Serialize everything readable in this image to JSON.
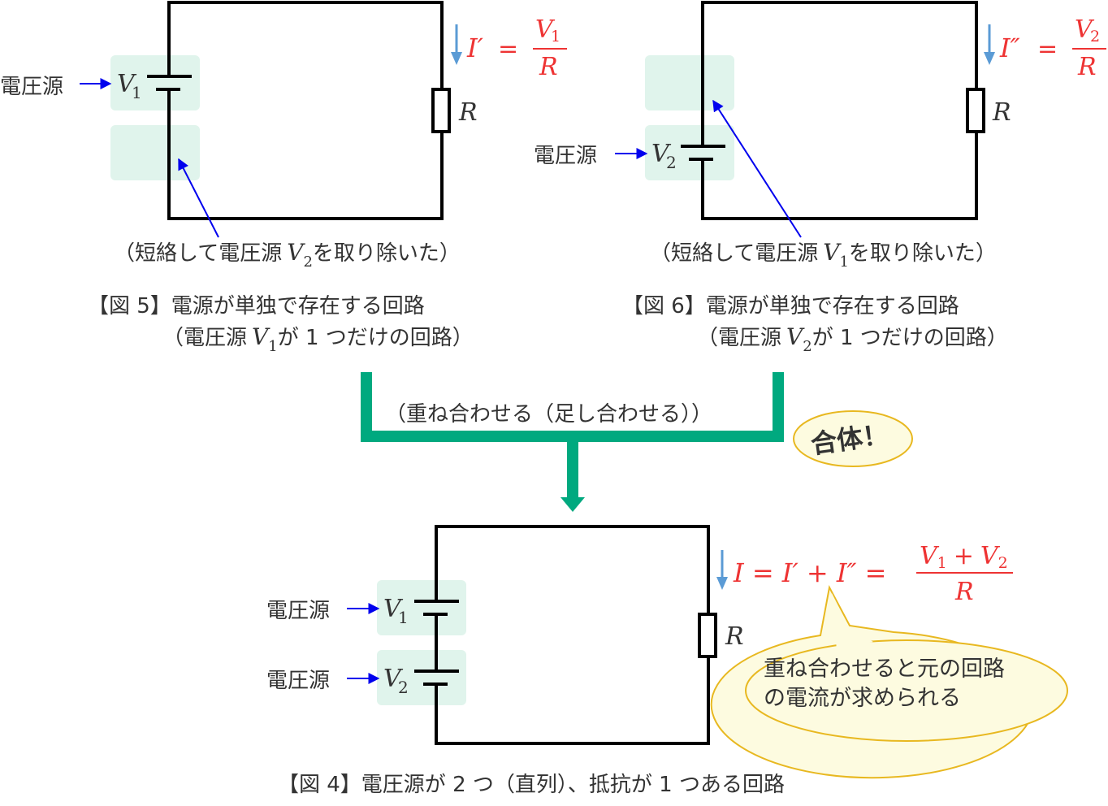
{
  "colors": {
    "wire": "#000000",
    "highlight_box": "#e0f4ec",
    "pointer_arrow": "#0000ee",
    "current_arrow": "#5b9bd5",
    "formula": "#ee3333",
    "merge_arrow": "#00a97f",
    "callout_fill": "#fdfbe0",
    "callout_border": "#e8b820",
    "text": "#333333"
  },
  "fig5": {
    "source_label": "電圧源",
    "source_symbol": "V",
    "source_sub": "1",
    "current_symbol": "I′",
    "equals": "=",
    "frac_num": "V",
    "frac_num_sub": "1",
    "frac_den": "R",
    "resistor_label": "R",
    "note_prefix": "（短絡して電圧源",
    "note_symbol": "V",
    "note_sub": "2",
    "note_suffix": "を取り除いた）",
    "caption_line1": "【図 5】電源が単独で存在する回路",
    "caption_line2_prefix": "（電圧源",
    "caption_line2_symbol": "V",
    "caption_line2_sub": "1",
    "caption_line2_suffix": "が 1 つだけの回路）"
  },
  "fig6": {
    "source_label": "電圧源",
    "source_symbol": "V",
    "source_sub": "2",
    "current_symbol": "I″",
    "equals": "=",
    "frac_num": "V",
    "frac_num_sub": "2",
    "frac_den": "R",
    "resistor_label": "R",
    "note_prefix": "（短絡して電圧源",
    "note_symbol": "V",
    "note_sub": "1",
    "note_suffix": "を取り除いた）",
    "caption_line1": "【図 6】電源が単独で存在する回路",
    "caption_line2_prefix": "（電圧源",
    "caption_line2_symbol": "V",
    "caption_line2_sub": "2",
    "caption_line2_suffix": "が 1 つだけの回路）"
  },
  "merge": {
    "label": "（重ね合わせる（足し合わせる））",
    "badge": "合体！"
  },
  "fig4": {
    "source1_label": "電圧源",
    "source1_symbol": "V",
    "source1_sub": "1",
    "source2_label": "電圧源",
    "source2_symbol": "V",
    "source2_sub": "2",
    "resistor_label": "R",
    "formula_lhs": "I = I′ + I″ =",
    "frac_num_a": "V",
    "frac_num_a_sub": "1",
    "frac_num_plus": "+",
    "frac_num_b": "V",
    "frac_num_b_sub": "2",
    "frac_den": "R",
    "callout_line1": "重ね合わせると元の回路",
    "callout_line2": "の電流が求められる",
    "caption": "【図 4】電圧源が 2 つ（直列）、抵抗が 1 つある回路"
  }
}
